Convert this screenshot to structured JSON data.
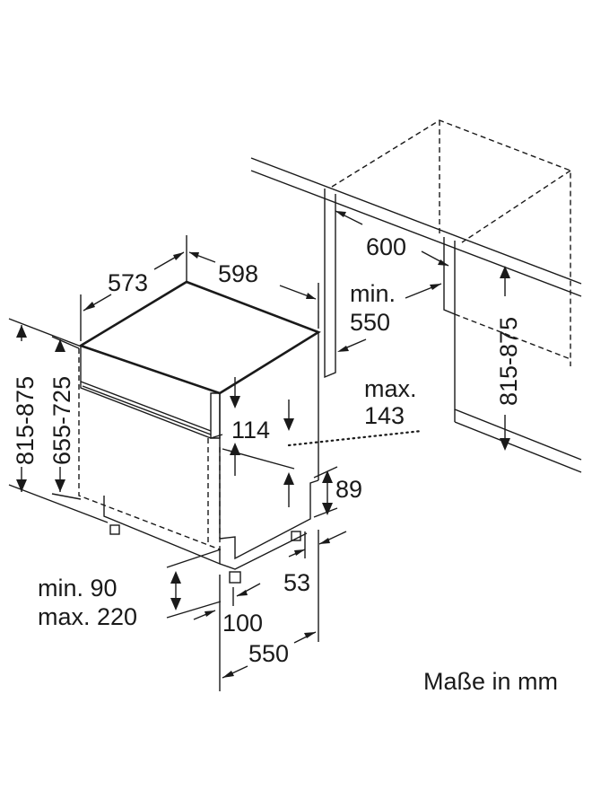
{
  "dimensions": {
    "width_598": "598",
    "depth_573": "573",
    "niche_width_600": "600",
    "niche_depth_min": "min.",
    "niche_depth_550": "550",
    "niche_height": "815-875",
    "height_total": "815-875",
    "height_body": "655-725",
    "panel_114": "114",
    "panel_max": "max.",
    "panel_143": "143",
    "plinth_89": "89",
    "feet_53": "53",
    "plinth_min": "min. 90",
    "plinth_max": "max. 220",
    "door_100": "100",
    "depth_550": "550"
  },
  "caption": "Maße in mm"
}
